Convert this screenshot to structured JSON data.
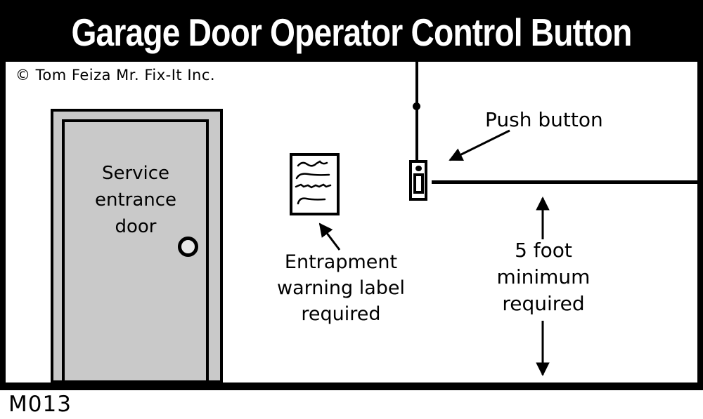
{
  "title": "Garage Door Operator Control Button",
  "copyright": "© Tom Feiza Mr. Fix-It Inc.",
  "diagram_code": "M013",
  "labels": {
    "service_door": "Service\nentrance\ndoor",
    "push_button": "Push button",
    "entrapment": "Entrapment\nwarning label\nrequired",
    "clearance": "5 foot\nminimum\nrequired"
  },
  "colors": {
    "line": "#000000",
    "title_bg": "#000000",
    "title_text": "#ffffff",
    "background": "#ffffff",
    "door_fill": "#c9c9c9",
    "knob_fill": "#e8e8e8"
  }
}
